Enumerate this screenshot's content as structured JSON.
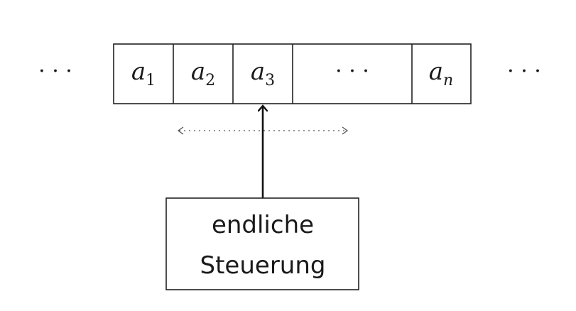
{
  "tape": {
    "left_ellipsis": "· · ·",
    "right_ellipsis": "· · ·",
    "cells": [
      {
        "base": "a",
        "sub": "1"
      },
      {
        "base": "a",
        "sub": "2"
      },
      {
        "base": "a",
        "sub": "3"
      },
      {
        "base": "· · ·",
        "sub": ""
      },
      {
        "base": "a",
        "sub": "n"
      }
    ]
  },
  "control": {
    "line1": "endliche",
    "line2": "Steuerung"
  }
}
